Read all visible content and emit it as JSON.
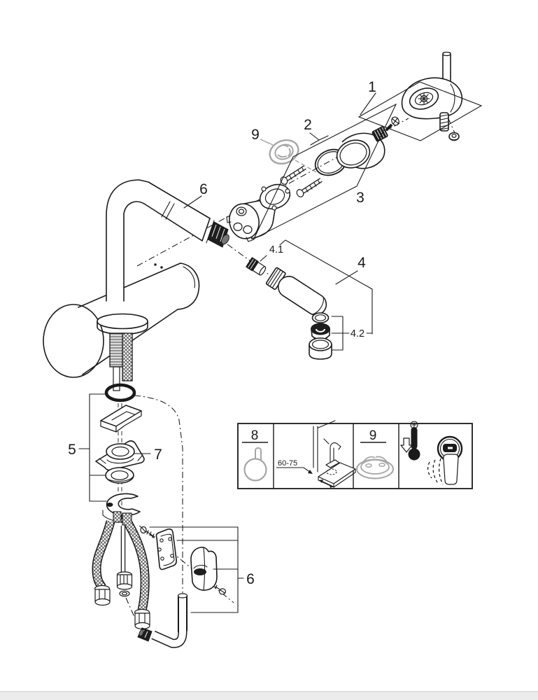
{
  "page": {
    "background": "#ffffff",
    "footer_bar_color": "#ececec"
  },
  "diagram": {
    "kind": "exploded-parts-diagram",
    "subject": "single-lever kitchen mixer with pull-out spout",
    "callouts": {
      "handle": "1",
      "cap_seal": "2",
      "cartridge_fixing": "3",
      "spray_head": "4",
      "spray_connector": "4.1",
      "mousseur_set": "4.2",
      "fixing_set": "5",
      "spout": "6",
      "hose_weight": "6",
      "cone": "7",
      "flow_aerator": "9"
    },
    "inset": {
      "handle_ref": "8",
      "aerator_ref": "9",
      "hole_dimension": "60-75"
    },
    "colors": {
      "line": "#1a1a1a",
      "accessory_gray": "#a6a6a6"
    }
  }
}
